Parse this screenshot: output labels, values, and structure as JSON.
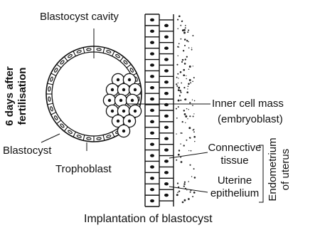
{
  "diagram": {
    "caption": "Implantation of blastocyst",
    "side_label": [
      "6 days after",
      "fertilisation"
    ],
    "labels": {
      "blastocyst_cavity": "Blastocyst cavity",
      "inner_cell_mass": "Inner cell mass",
      "embryoblast": "(embryoblast)",
      "blastocyst": "Blastocyst",
      "trophoblast": "Trophoblast",
      "connective_tissue_1": "Connective",
      "connective_tissue_2": "tissue",
      "uterine_epithelium_1": "Uterine",
      "uterine_epithelium_2": "epithelium",
      "endometrium_1": "Endometrium",
      "endometrium_2": "of uterus"
    },
    "colors": {
      "ink": "#111111",
      "background": "#ffffff"
    }
  }
}
